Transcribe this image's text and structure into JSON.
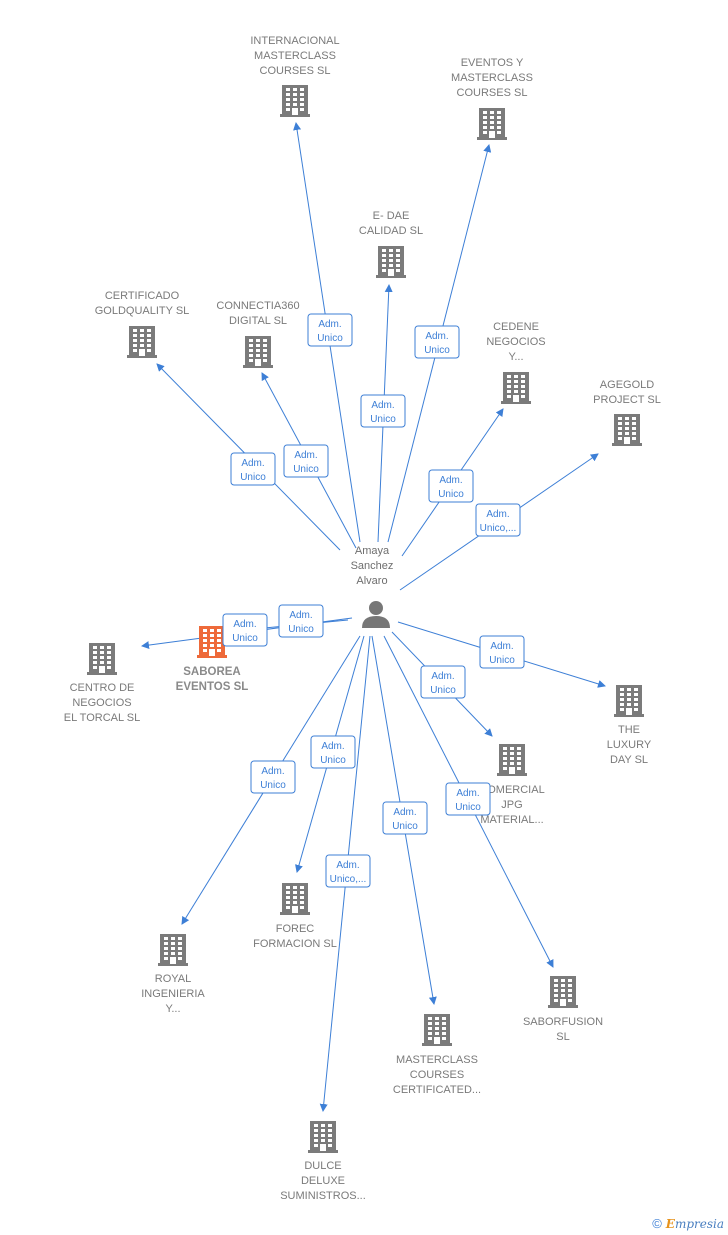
{
  "person": {
    "name_lines": [
      "Amaya",
      "Sanchez",
      "Alvaro"
    ]
  },
  "nodes": [
    {
      "id": "internacional",
      "label_lines": [
        "INTERNACIONAL",
        "MASTERCLASS",
        "COURSES  SL"
      ],
      "focus": false
    },
    {
      "id": "eventos",
      "label_lines": [
        "EVENTOS Y",
        "MASTERCLASS",
        "COURSES  SL"
      ],
      "focus": false
    },
    {
      "id": "edae",
      "label_lines": [
        "E- DAE",
        "CALIDAD SL"
      ],
      "focus": false
    },
    {
      "id": "certificado",
      "label_lines": [
        "CERTIFICADO",
        "GOLDQUALITY SL"
      ],
      "focus": false
    },
    {
      "id": "connectia",
      "label_lines": [
        "CONNECTIA360",
        "DIGITAL  SL"
      ],
      "focus": false
    },
    {
      "id": "cedene",
      "label_lines": [
        "CEDENE",
        "NEGOCIOS",
        "Y..."
      ],
      "focus": false
    },
    {
      "id": "agegold",
      "label_lines": [
        "AGEGOLD",
        "PROJECT  SL"
      ],
      "focus": false
    },
    {
      "id": "saborea",
      "label_lines": [
        "SABOREA",
        "EVENTOS  SL"
      ],
      "focus": true
    },
    {
      "id": "centro",
      "label_lines": [
        "CENTRO DE",
        "NEGOCIOS",
        "EL TORCAL SL"
      ],
      "focus": false
    },
    {
      "id": "luxury",
      "label_lines": [
        "THE",
        "LUXURY",
        "DAY  SL"
      ],
      "focus": false
    },
    {
      "id": "comercial",
      "label_lines": [
        "COMERCIAL",
        "JPG",
        "MATERIAL..."
      ],
      "focus": false
    },
    {
      "id": "royal",
      "label_lines": [
        "ROYAL",
        "INGENIERIA",
        "Y..."
      ],
      "focus": false
    },
    {
      "id": "forec",
      "label_lines": [
        "FOREC",
        "FORMACION SL"
      ],
      "focus": false
    },
    {
      "id": "saborfusion",
      "label_lines": [
        "SABORFUSION",
        "SL"
      ],
      "focus": false
    },
    {
      "id": "masterclass_cert",
      "label_lines": [
        "MASTERCLASS",
        "COURSES",
        "CERTIFICATED..."
      ],
      "focus": false
    },
    {
      "id": "dulce",
      "label_lines": [
        "DULCE",
        "DELUXE",
        "SUMINISTROS..."
      ],
      "focus": false
    }
  ],
  "edges": [
    {
      "to": "internacional",
      "role_lines": [
        "Adm.",
        "Unico"
      ]
    },
    {
      "to": "eventos",
      "role_lines": [
        "Adm.",
        "Unico"
      ]
    },
    {
      "to": "edae",
      "role_lines": [
        "Adm.",
        "Unico"
      ]
    },
    {
      "to": "certificado",
      "role_lines": [
        "Adm.",
        "Unico"
      ]
    },
    {
      "to": "connectia",
      "role_lines": [
        "Adm.",
        "Unico"
      ]
    },
    {
      "to": "cedene",
      "role_lines": [
        "Adm.",
        "Unico"
      ]
    },
    {
      "to": "agegold",
      "role_lines": [
        "Adm.",
        "Unico,..."
      ]
    },
    {
      "to": "saborea",
      "role_lines": [
        "Adm.",
        "Unico"
      ]
    },
    {
      "to": "centro",
      "role_lines": [
        "Adm.",
        "Unico"
      ]
    },
    {
      "to": "luxury",
      "role_lines": [
        "Adm.",
        "Unico"
      ]
    },
    {
      "to": "comercial",
      "role_lines": [
        "Adm.",
        "Unico"
      ]
    },
    {
      "to": "royal",
      "role_lines": [
        "Adm.",
        "Unico"
      ]
    },
    {
      "to": "forec",
      "role_lines": [
        "Adm.",
        "Unico"
      ]
    },
    {
      "to": "saborfusion",
      "role_lines": [
        "Adm.",
        "Unico"
      ]
    },
    {
      "to": "masterclass_cert",
      "role_lines": [
        "Adm.",
        "Unico"
      ]
    },
    {
      "to": "dulce",
      "role_lines": [
        "Adm.",
        "Unico,..."
      ]
    }
  ],
  "colors": {
    "edge": "#3d7fd6",
    "building": "#7b7b7b",
    "focus_building": "#ee6a3a",
    "person": "#777777"
  },
  "footer": {
    "copyright": "©",
    "brand_first": "E",
    "brand_rest": "mpresia"
  }
}
